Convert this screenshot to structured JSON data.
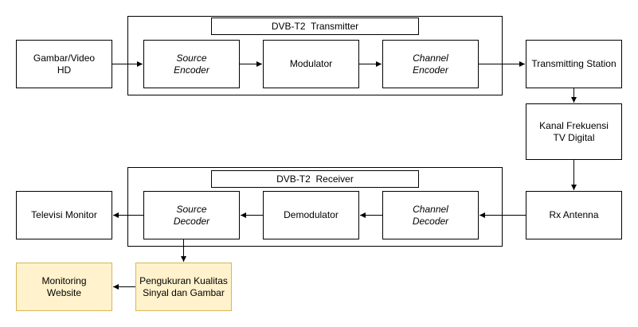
{
  "colors": {
    "stroke": "#000000",
    "highlight_fill": "#fff2cc",
    "highlight_stroke": "#d6b656"
  },
  "transmitter": {
    "title": "DVB-T2  Transmitter",
    "source_encoder": "Source\nEncoder",
    "modulator": "Modulator",
    "channel_encoder": "Channel\nEncoder"
  },
  "receiver": {
    "title": "DVB-T2  Receiver",
    "source_decoder": "Source\nDecoder",
    "demodulator": "Demodulator",
    "channel_decoder": "Channel\nDecoder"
  },
  "nodes": {
    "input": "Gambar/Video\nHD",
    "transmitting_station": "Transmitting Station",
    "channel": "Kanal Frekuensi\nTV Digital",
    "rx_antenna": "Rx Antenna",
    "monitor": "Televisi Monitor",
    "measurement": "Pengukuran Kualitas\nSinyal dan Gambar",
    "website": "Monitoring\nWebsite"
  }
}
